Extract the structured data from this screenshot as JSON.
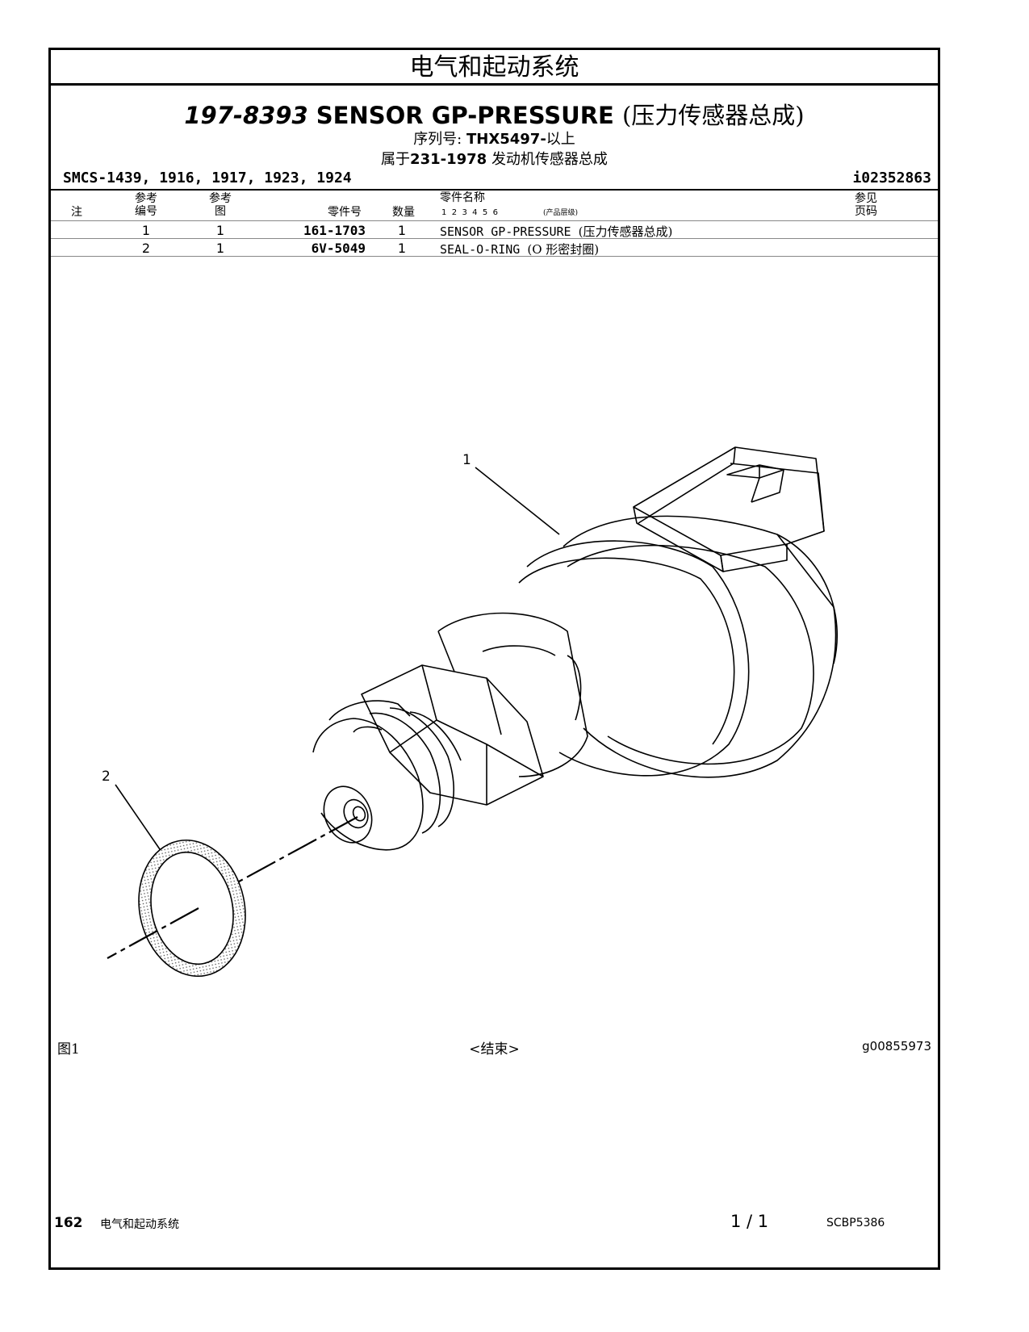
{
  "section_header": "电气和起动系统",
  "title": {
    "part_number": "197-8393",
    "name_en": "SENSOR GP-PRESSURE",
    "name_cn": "(压力传感器总成)"
  },
  "serial": {
    "label": "序列号:",
    "value": "THX5497-",
    "suffix": "以上"
  },
  "parent": {
    "prefix": "属于",
    "part_number": "231-1978",
    "name_cn": "发动机传感器总成"
  },
  "smcs": "SMCS-1439, 1916, 1917, 1923, 1924",
  "doc_id": "i02352863",
  "table": {
    "headers": {
      "note": "注",
      "ref_no_top": "参考",
      "ref_no_bottom": "编号",
      "ref_fig_top": "参考",
      "ref_fig_bottom": "图",
      "part_no": "零件号",
      "qty": "数量",
      "name": "零件名称",
      "levels": "1  2  3  4  5  6",
      "levels_note": "(产品层级)",
      "see_page_top": "参见",
      "see_page_bottom": "页码"
    },
    "rows": [
      {
        "ref": "1",
        "fig": "1",
        "part_no": "161-1703",
        "qty": "1",
        "name": "SENSOR GP-PRESSURE",
        "name_cn": "(压力传感器总成)"
      },
      {
        "ref": "2",
        "fig": "1",
        "part_no": "6V-5049",
        "qty": "1",
        "name": "SEAL-O-RING",
        "name_cn": "(O 形密封圈)"
      }
    ]
  },
  "callouts": [
    "1",
    "2"
  ],
  "figure_label": "图1",
  "end_label": "<结束>",
  "graphic_id": "g00855973",
  "footer": {
    "page_number": "162",
    "section": "电气和起动系统",
    "page_of": "1 / 1",
    "doc": "SCBP5386"
  }
}
